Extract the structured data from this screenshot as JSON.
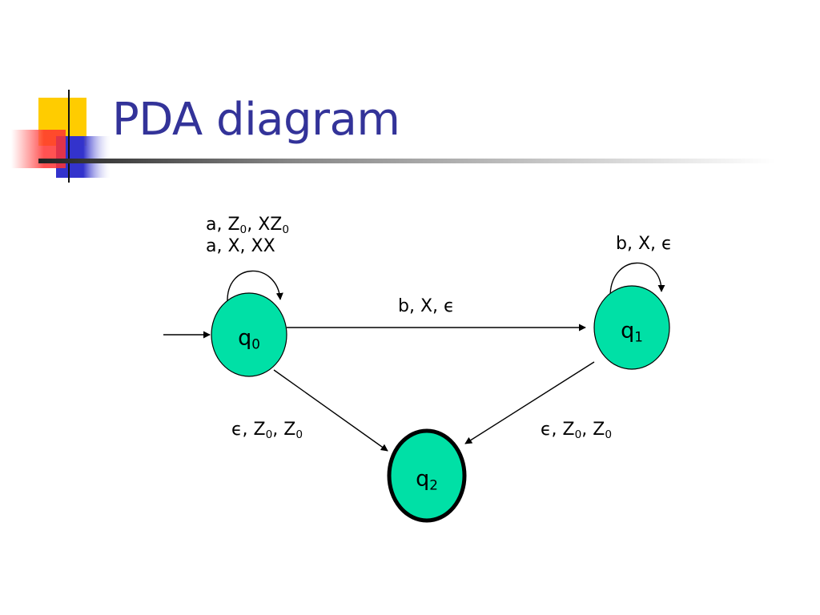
{
  "slide": {
    "title": "PDA diagram"
  },
  "colors": {
    "title": "#333399",
    "state_fill": "#00e0a6",
    "accent_yellow": "#ffcc00",
    "accent_red": "#ff3333",
    "accent_blue": "#3333cc"
  },
  "states": [
    {
      "id": "q0",
      "label": "q",
      "sub": "0",
      "start": true,
      "accepting": false
    },
    {
      "id": "q1",
      "label": "q",
      "sub": "1",
      "start": false,
      "accepting": false
    },
    {
      "id": "q2",
      "label": "q",
      "sub": "2",
      "start": false,
      "accepting": true
    }
  ],
  "transitions": {
    "q0_loop": {
      "line1": {
        "input": "a, Z",
        "sub1": "0",
        "mid": ", XZ",
        "sub2": "0"
      },
      "line2": "a, X, XX"
    },
    "q1_loop": "b, X, ϵ",
    "q0_to_q1": "b, X, ϵ",
    "q0_to_q2": {
      "p1": "ϵ, Z",
      "s1": "0",
      "p2": ", Z",
      "s2": "0"
    },
    "q1_to_q2": {
      "p1": "ϵ, Z",
      "s1": "0",
      "p2": ", Z",
      "s2": "0"
    }
  }
}
